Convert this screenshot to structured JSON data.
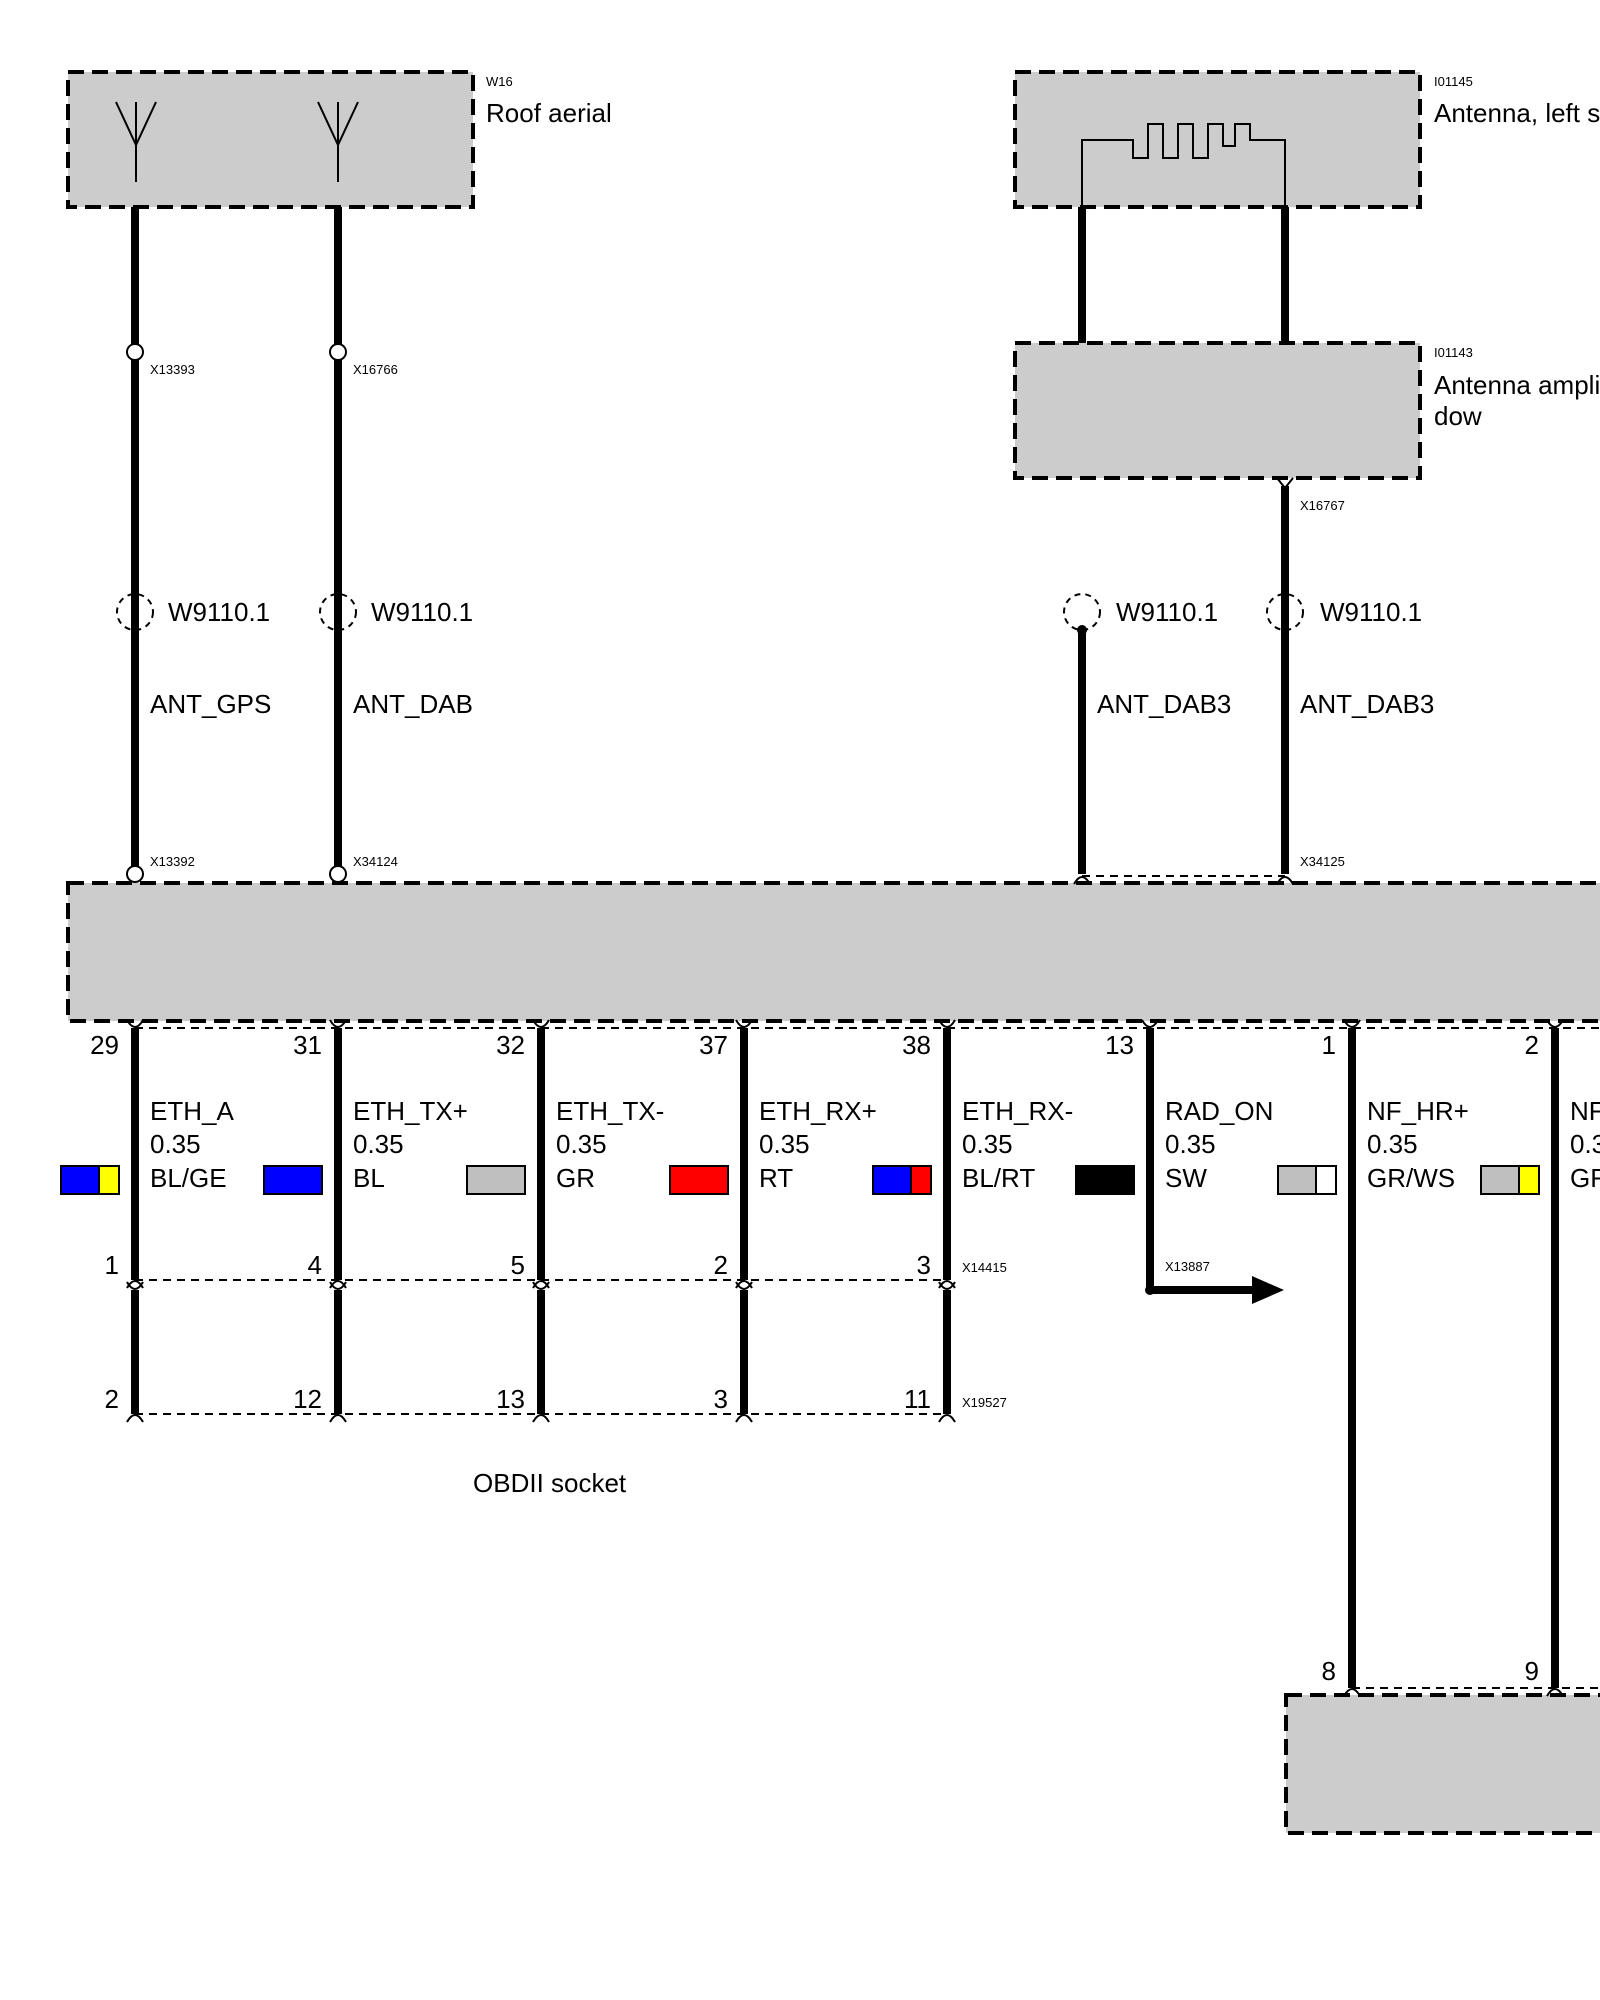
{
  "components": {
    "roof_aerial": {
      "code": "W16",
      "name": "Roof aerial"
    },
    "antenna_left": {
      "code": "I01145",
      "name": "Antenna, left s"
    },
    "antenna_amp": {
      "code": "I01143",
      "name_line1": "Antenna ampli",
      "name_line2": "dow"
    },
    "obd_socket": {
      "name": "OBDII socket"
    }
  },
  "connectors": {
    "x13393": "X13393",
    "x16766": "X16766",
    "x16767": "X16767",
    "x13392": "X13392",
    "x34124": "X34124",
    "x34125": "X34125",
    "x14415": "X14415",
    "x19527": "X19527",
    "x13887": "X13887"
  },
  "antenna_wires": [
    {
      "shield": "W9110.1",
      "signal": "ANT_GPS"
    },
    {
      "shield": "W9110.1",
      "signal": "ANT_DAB"
    },
    {
      "shield": "W9110.1",
      "signal": "ANT_DAB3"
    },
    {
      "shield": "W9110.1",
      "signal": "ANT_DAB3"
    }
  ],
  "signal_wires": [
    {
      "pin_top": "29",
      "name": "ETH_A",
      "size": "0.35",
      "color_code": "BL/GE",
      "colors": [
        "#0000ff",
        "#ffff00"
      ],
      "pin_mid": "1",
      "pin_bot": "2"
    },
    {
      "pin_top": "31",
      "name": "ETH_TX+",
      "size": "0.35",
      "color_code": "BL",
      "colors": [
        "#0000ff"
      ],
      "pin_mid": "4",
      "pin_bot": "12"
    },
    {
      "pin_top": "32",
      "name": "ETH_TX-",
      "size": "0.35",
      "color_code": "GR",
      "colors": [
        "#bfbfbf"
      ],
      "pin_mid": "5",
      "pin_bot": "13"
    },
    {
      "pin_top": "37",
      "name": "ETH_RX+",
      "size": "0.35",
      "color_code": "RT",
      "colors": [
        "#ff0000"
      ],
      "pin_mid": "2",
      "pin_bot": "3"
    },
    {
      "pin_top": "38",
      "name": "ETH_RX-",
      "size": "0.35",
      "color_code": "BL/RT",
      "colors": [
        "#0000ff",
        "#ff0000"
      ],
      "pin_mid": "3",
      "pin_bot": "11"
    },
    {
      "pin_top": "13",
      "name": "RAD_ON",
      "size": "0.35",
      "color_code": "SW",
      "colors": [
        "#000000"
      ]
    },
    {
      "pin_top": "1",
      "name": "NF_HR+",
      "size": "0.35",
      "color_code": "GR/WS",
      "colors": [
        "#bfbfbf",
        "#ffffff"
      ],
      "pin_bot": "8"
    },
    {
      "pin_top": "2",
      "name": "NF",
      "size": "0.3",
      "color_code": "GF",
      "colors": [
        "#bfbfbf",
        "#ffff00"
      ],
      "pin_bot": "9"
    }
  ]
}
